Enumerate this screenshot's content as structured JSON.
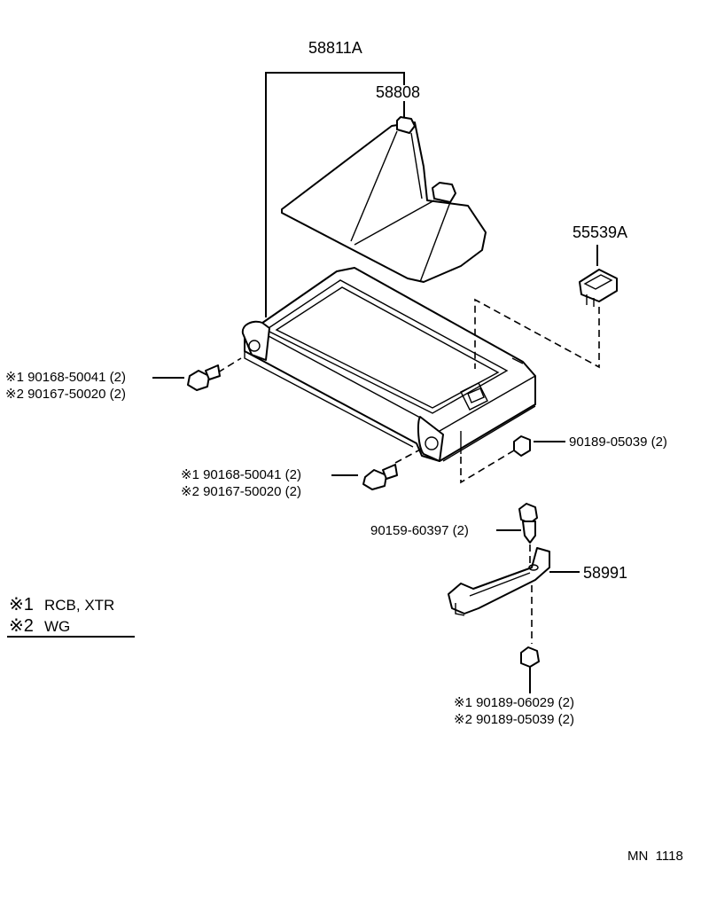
{
  "parts": {
    "assembly": "58811A",
    "boot": "58808",
    "clip": "55539A",
    "bracket": "58991"
  },
  "fasteners": {
    "left_screw": [
      "※1 90168-50041 (2)",
      "※2 90167-50020 (2)"
    ],
    "lower_screw": [
      "※1 90168-50041 (2)",
      "※2 90167-50020 (2)"
    ],
    "right_nut": "90189-05039 (2)",
    "bolt": "90159-60397 (2)",
    "bottom_nut": [
      "※1 90189-06029 (2)",
      "※2 90189-05039 (2)"
    ]
  },
  "legend": {
    "items": [
      {
        "mark": "※1",
        "text": "RCB, XTR"
      },
      {
        "mark": "※2",
        "text": "WG"
      }
    ]
  },
  "page_code": "MN  1118"
}
